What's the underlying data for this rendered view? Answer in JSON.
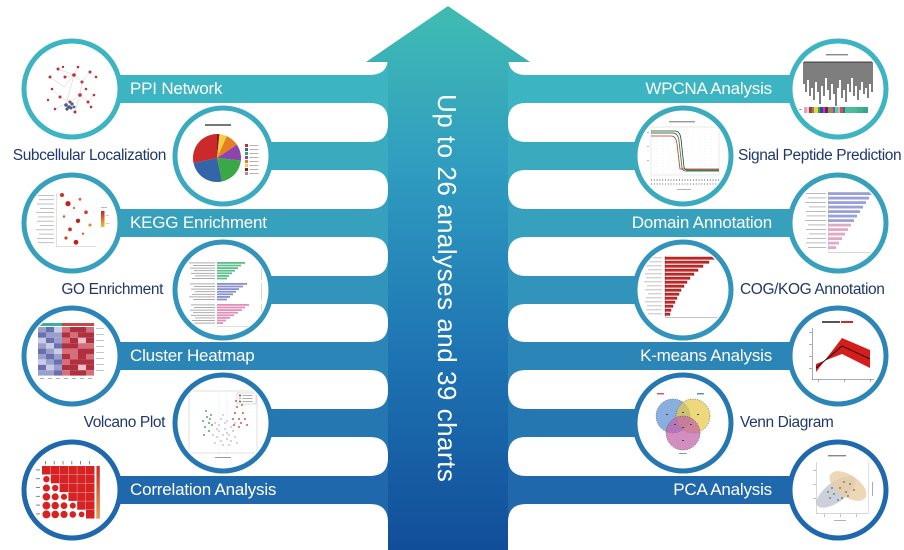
{
  "arrow": {
    "text": "Up to 26 analyses and 39 charts",
    "gradient": [
      "#40bcb2",
      "#2f9cc0",
      "#1e73b2",
      "#114e99"
    ]
  },
  "text_color": "#21386b",
  "left_items": [
    {
      "label": "PPI Network",
      "style": "band",
      "thumbnail": "ppi-network-plot",
      "color": "#3db4c1"
    },
    {
      "label": "Subcellular Localization",
      "style": "plain",
      "thumbnail": "subcellular-localization-pie",
      "color": "#3aabbf"
    },
    {
      "label": "KEGG Enrichment",
      "style": "band",
      "thumbnail": "kegg-enrichment-dotplot",
      "color": "#37a0bd"
    },
    {
      "label": "GO Enrichment",
      "style": "plain",
      "thumbnail": "go-enrichment-barplot",
      "color": "#3293bb"
    },
    {
      "label": "Cluster Heatmap",
      "style": "band",
      "thumbnail": "cluster-heatmap",
      "color": "#2c85b7"
    },
    {
      "label": "Volcano Plot",
      "style": "plain",
      "thumbnail": "volcano-plot",
      "color": "#2577b2"
    },
    {
      "label": "Correlation Analysis",
      "style": "band",
      "thumbnail": "correlation-matrix",
      "color": "#1f68ac"
    }
  ],
  "right_items": [
    {
      "label": "WPCNA Analysis",
      "style": "band",
      "thumbnail": "wpcna-dendrogram",
      "color": "#3db4c1"
    },
    {
      "label": "Signal Peptide Prediction",
      "style": "plain",
      "thumbnail": "signal-peptide-plot",
      "color": "#3aabbf"
    },
    {
      "label": "Domain Annotation",
      "style": "band",
      "thumbnail": "domain-annotation-barplot",
      "color": "#37a0bd"
    },
    {
      "label": "COG/KOG Annotation",
      "style": "plain",
      "thumbnail": "cog-kog-barplot",
      "color": "#3293bb"
    },
    {
      "label": "K-means Analysis",
      "style": "band",
      "thumbnail": "kmeans-profile-plot",
      "color": "#2c85b7"
    },
    {
      "label": "Venn Diagram",
      "style": "plain",
      "thumbnail": "venn-diagram",
      "color": "#2577b2"
    },
    {
      "label": "PCA Analysis",
      "style": "band",
      "thumbnail": "pca-plot",
      "color": "#1f68ac"
    }
  ]
}
